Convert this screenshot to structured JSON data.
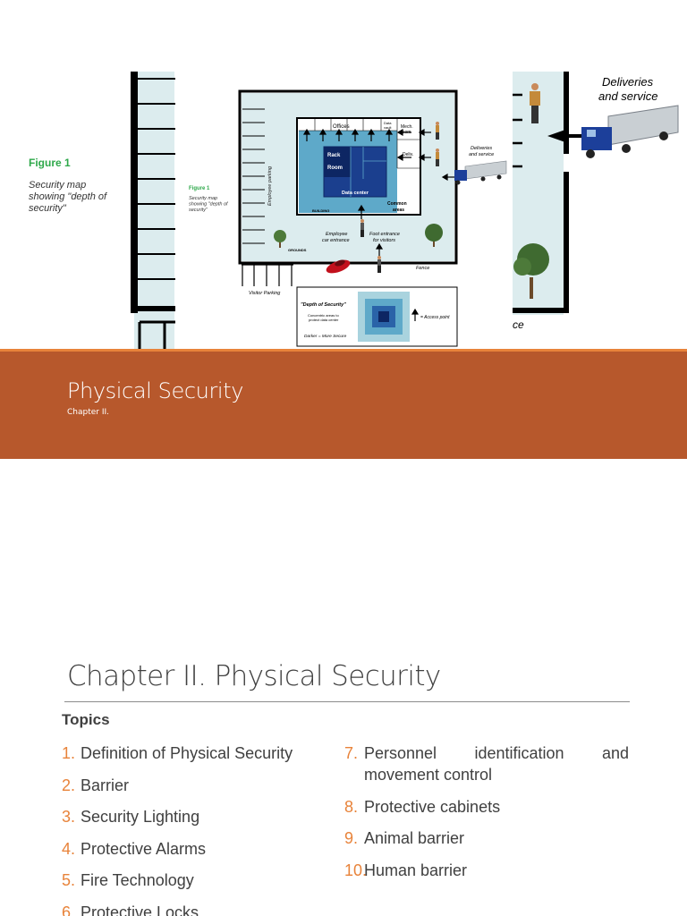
{
  "slide1": {
    "figure": {
      "figure_label_left": "Figure 1",
      "caption_left": [
        "Security map",
        "showing \"depth of",
        "security\""
      ],
      "figure_label_small": "Figure 1",
      "caption_small": [
        "Security map",
        "showing \"depth of",
        "security\""
      ],
      "offices": "Offices",
      "data_vault": [
        "Data",
        "vault"
      ],
      "mech_room": [
        "Mech.",
        "room"
      ],
      "deliv": "Deliv.",
      "rack_room": [
        "Rack",
        "Room"
      ],
      "data_center": "Data center",
      "building": "BUILDING",
      "common_areas": [
        "Common",
        "areas"
      ],
      "employee_parking": "Employee parking",
      "employee_car_entrance": [
        "Employee",
        "car entrance"
      ],
      "foot_entrance": [
        "Foot entrance",
        "for visitors"
      ],
      "grounds": "GROUNDS",
      "fence": "Fence",
      "visitor_parking": "Visitor Parking",
      "deliveries_small": [
        "Deliveries",
        "and service"
      ],
      "deliveries_large": [
        "Deliveries",
        "and service"
      ],
      "legend_title": "\"Depth of Security\"",
      "legend_concentric": [
        "Concentric areas to",
        "protect data center"
      ],
      "legend_darker": "Darker = More Secure",
      "legend_access": "= Access point",
      "fence_cut": "ce"
    },
    "title": "Physical Security",
    "subtitle": "Chapter II."
  },
  "slide2": {
    "title": "Chapter II. Physical Security",
    "topics_heading": "Topics",
    "topics_left": [
      {
        "num": "1.",
        "text": "Definition of Physical Security"
      },
      {
        "num": "2.",
        "text": "Barrier"
      },
      {
        "num": "3.",
        "text": "Security Lighting"
      },
      {
        "num": "4.",
        "text": "Protective Alarms"
      },
      {
        "num": "5.",
        "text": "Fire Technology"
      },
      {
        "num": "6.",
        "text": "Protective Locks"
      }
    ],
    "topics_right": [
      {
        "num": "7.",
        "text": "Personnel identification and movement control"
      },
      {
        "num": "8.",
        "text": "Protective cabinets"
      },
      {
        "num": "9.",
        "text": "Animal barrier"
      },
      {
        "num": "10.",
        "text": "Human barrier"
      }
    ]
  },
  "colors": {
    "band": "#b7582c",
    "band_accent": "#e8833a",
    "number_accent": "#e8833a",
    "text": "#404040",
    "figure_label_green": "#2ea84a",
    "data_center_blue": "#5ea9c9"
  }
}
